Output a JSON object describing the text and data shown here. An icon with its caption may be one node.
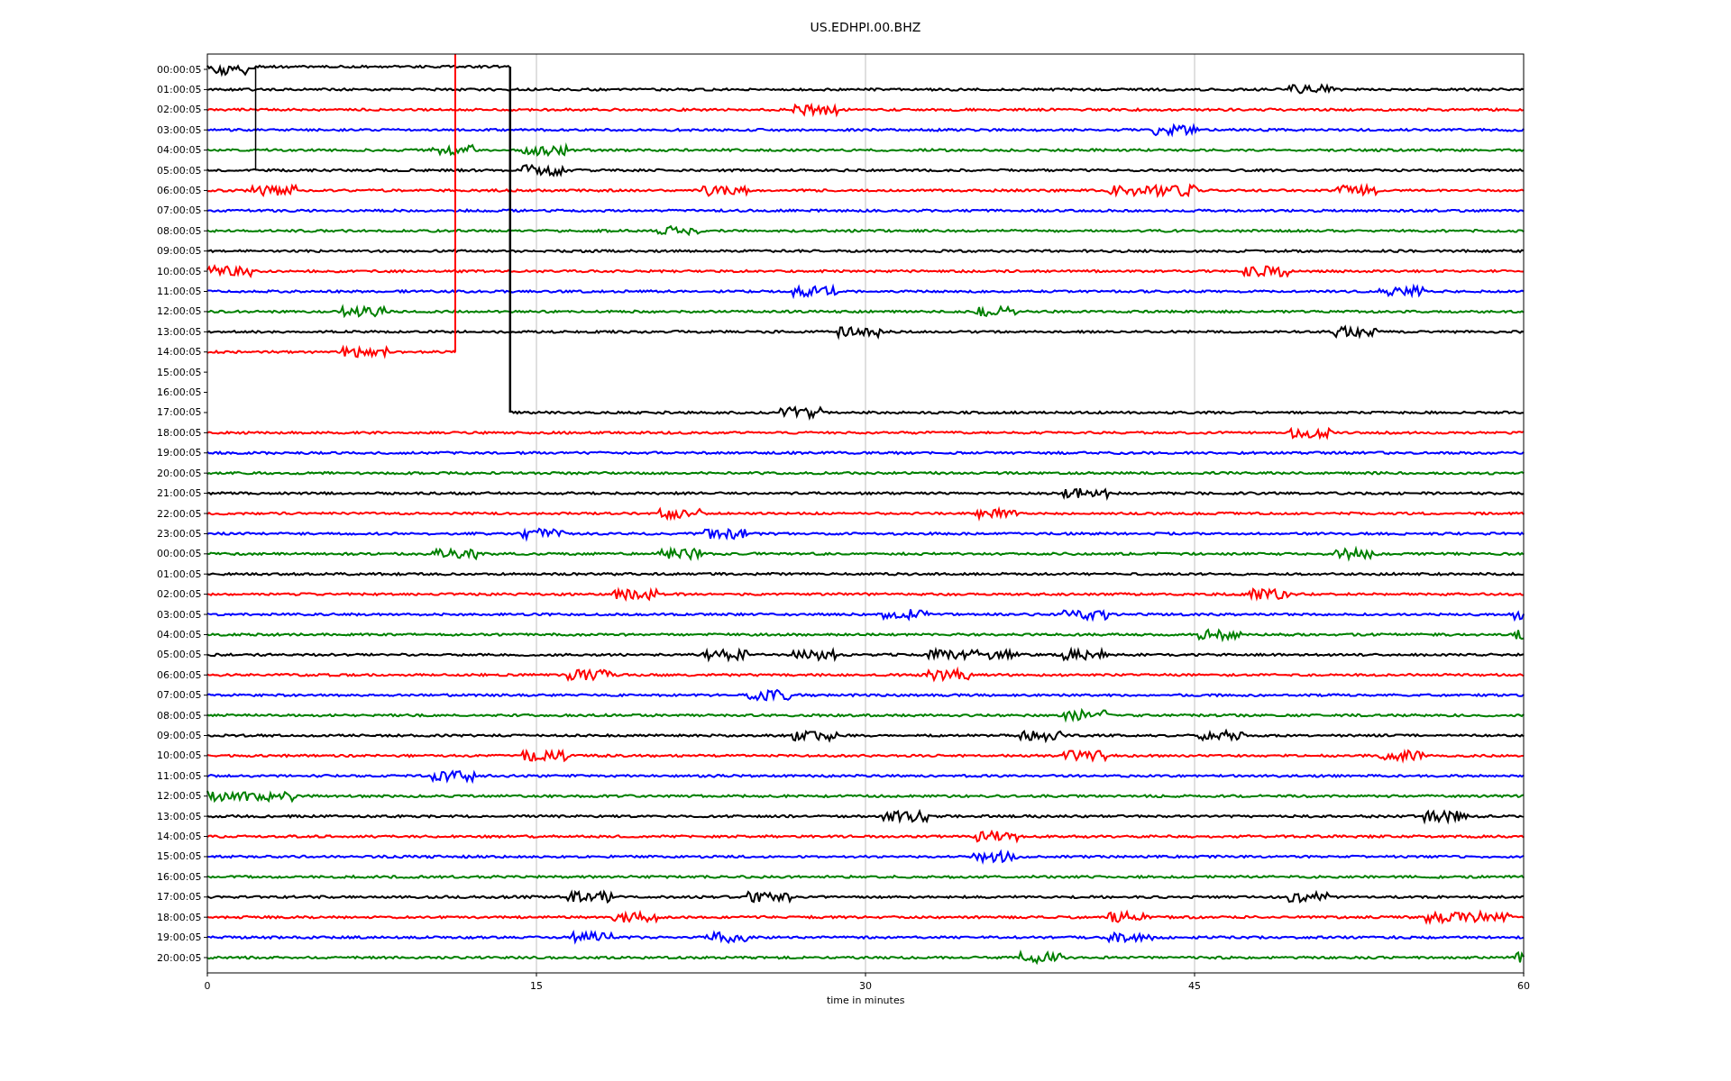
{
  "diagram": {
    "title": "US.EDHPI.00.BHZ",
    "labels": [
      "00:00:05",
      "01:00:05",
      "02:00:05",
      "03:00:05",
      "04:00:05",
      "05:00:05",
      "06:00:05",
      "07:00:05",
      "08:00:05",
      "09:00:05",
      "10:00:05",
      "11:00:05",
      "12:00:05",
      "13:00:05",
      "14:00:05",
      "15:00:05",
      "16:00:05",
      "17:00:05",
      "18:00:05",
      "19:00:05",
      "20:00:05",
      "21:00:05",
      "22:00:05",
      "23:00:05",
      "00:00:05",
      "01:00:05",
      "02:00:05",
      "03:00:05",
      "04:00:05",
      "05:00:05",
      "06:00:05",
      "07:00:05",
      "08:00:05",
      "09:00:05",
      "10:00:05",
      "11:00:05",
      "12:00:05",
      "13:00:05",
      "14:00:05",
      "15:00:05",
      "16:00:05",
      "17:00:05",
      "18:00:05",
      "19:00:05",
      "20:00:05",
      "0",
      "15",
      "30",
      "45",
      "60",
      "time in minutes"
    ]
  }
}
